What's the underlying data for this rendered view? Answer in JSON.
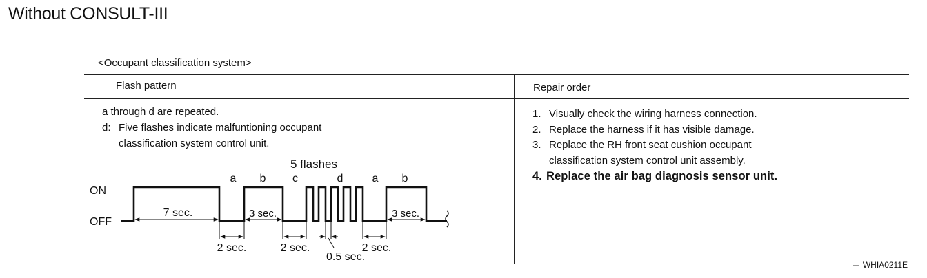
{
  "title": "Without CONSULT-III",
  "table_caption": "<Occupant classification system>",
  "headers": {
    "flash_pattern": "Flash pattern",
    "repair_order": "Repair order"
  },
  "flash": {
    "note1": "a through d are repeated.",
    "note2_label": "d:",
    "note2_line1": "Five flashes indicate malfuntioning occupant",
    "note2_line2": "classification system control unit.",
    "diagram": {
      "on_label": "ON",
      "off_label": "OFF",
      "group_label": "5 flashes",
      "segments": [
        "a",
        "b",
        "c",
        "d",
        "a",
        "b"
      ],
      "durations": {
        "long": "7 sec.",
        "b1": "3 sec.",
        "gap1": "2 sec.",
        "gap2": "2 sec.",
        "pulse": "0.5 sec.",
        "gap3": "2 sec.",
        "b2": "3 sec."
      }
    }
  },
  "repair": {
    "steps": [
      {
        "num": "1.",
        "text": "Visually check the wiring harness connection."
      },
      {
        "num": "2.",
        "text": "Replace the harness if it has visible damage."
      },
      {
        "num": "3.",
        "text": "Replace the RH front seat cushion occupant",
        "text2": "classification system control unit assembly."
      },
      {
        "num": "4.",
        "text": "Replace the air bag diagnosis sensor unit."
      }
    ]
  },
  "figure_code": "WHIA0211E"
}
